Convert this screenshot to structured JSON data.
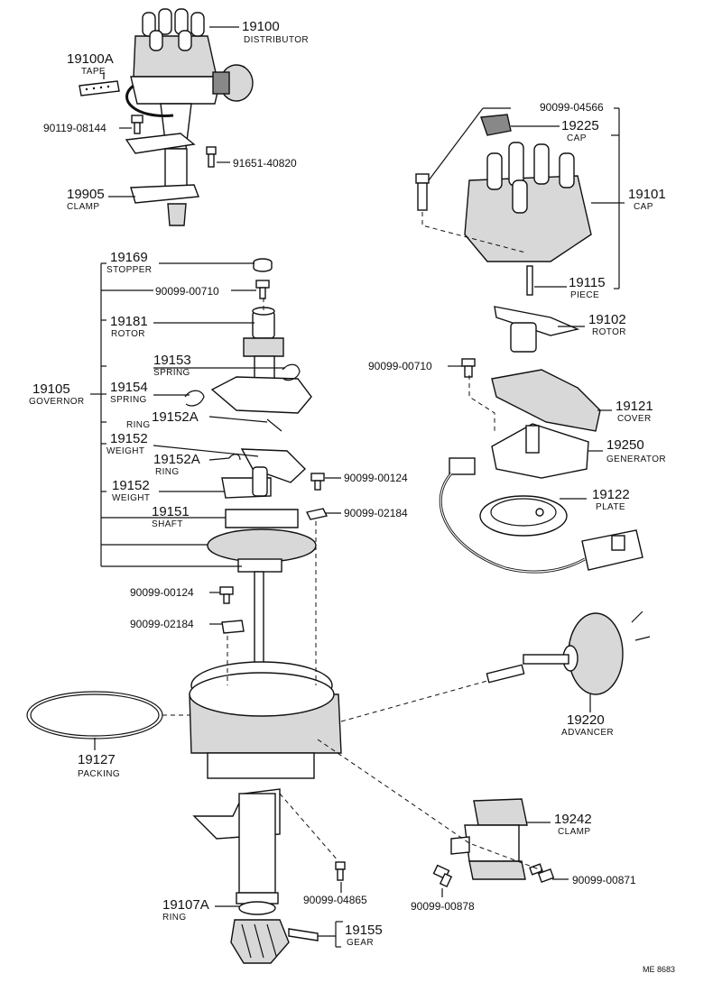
{
  "callouts": {
    "distributor": {
      "number": "19100",
      "name": "DISTRIBUTOR"
    },
    "tape": {
      "number": "19100A",
      "name": "TAPE"
    },
    "bolt_90119_08144": {
      "number": "90119-08144"
    },
    "bolt_91651_40820": {
      "number": "91651-40820"
    },
    "clamp_top": {
      "number": "19905",
      "name": "CLAMP"
    },
    "cap_screw": {
      "number": "90099-04566"
    },
    "cap_small": {
      "number": "19225",
      "name": "CAP"
    },
    "cap_assy": {
      "number": "19101",
      "name": "CAP"
    },
    "piece": {
      "number": "19115",
      "name": "PIECE"
    },
    "stopper": {
      "number": "19169",
      "name": "STOPPER"
    },
    "screw_00710_left": {
      "number": "90099-00710"
    },
    "rotor_left": {
      "number": "19181",
      "name": "ROTOR"
    },
    "spring_19153": {
      "number": "19153",
      "name": "SPRING"
    },
    "governor": {
      "number": "19105",
      "name": "GOVERNOR"
    },
    "spring_19154": {
      "number": "19154",
      "name": "SPRING"
    },
    "ring_upper": {
      "number": "19152A",
      "name": "RING"
    },
    "weight_upper": {
      "number": "19152",
      "name": "WEIGHT"
    },
    "ring_lower": {
      "number": "19152A",
      "name": "RING"
    },
    "weight_lower": {
      "number": "19152",
      "name": "WEIGHT"
    },
    "shaft": {
      "number": "19151",
      "name": "SHAFT"
    },
    "rotor_right": {
      "number": "19102",
      "name": "ROTOR"
    },
    "screw_00710_right": {
      "number": "90099-00710"
    },
    "cover": {
      "number": "19121",
      "name": "COVER"
    },
    "generator": {
      "number": "19250",
      "name": "GENERATOR"
    },
    "screw_00124_right": {
      "number": "90099-00124"
    },
    "washer_02184_right": {
      "number": "90099-02184"
    },
    "plate": {
      "number": "19122",
      "name": "PLATE"
    },
    "screw_00124_left": {
      "number": "90099-00124"
    },
    "washer_02184_left": {
      "number": "90099-02184"
    },
    "packing": {
      "number": "19127",
      "name": "PACKING"
    },
    "advancer": {
      "number": "19220",
      "name": "ADVANCER"
    },
    "clamp_lower": {
      "number": "19242",
      "name": "CLAMP"
    },
    "bolt_04865": {
      "number": "90099-04865"
    },
    "bolt_00871": {
      "number": "90099-00871"
    },
    "bolt_00878": {
      "number": "90099-00878"
    },
    "ring_gear": {
      "number": "19107A",
      "name": "RING"
    },
    "gear": {
      "number": "19155",
      "name": "GEAR"
    }
  },
  "reference_code": "ME 8683"
}
